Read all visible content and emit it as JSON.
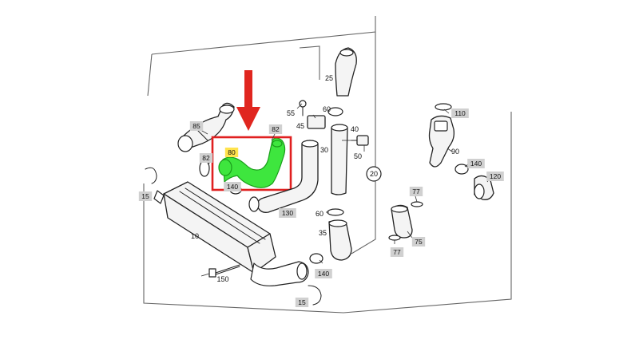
{
  "callouts": [
    {
      "id": "c85a",
      "text": "85",
      "boxed": true
    },
    {
      "id": "c82a",
      "text": "82",
      "boxed": true
    },
    {
      "id": "c82b",
      "text": "82",
      "boxed": true
    },
    {
      "id": "c80",
      "text": "80",
      "boxed": true,
      "highlight": true
    },
    {
      "id": "c140a",
      "text": "140",
      "boxed": true
    },
    {
      "id": "c15a",
      "text": "15",
      "boxed": true
    },
    {
      "id": "c10",
      "text": "10",
      "boxed": false
    },
    {
      "id": "c150",
      "text": "150",
      "boxed": false
    },
    {
      "id": "c130",
      "text": "130",
      "boxed": true
    },
    {
      "id": "c55",
      "text": "55",
      "boxed": false
    },
    {
      "id": "c45",
      "text": "45",
      "boxed": false
    },
    {
      "id": "c60a",
      "text": "60",
      "boxed": false
    },
    {
      "id": "c25",
      "text": "25",
      "boxed": false
    },
    {
      "id": "c30",
      "text": "30",
      "boxed": false
    },
    {
      "id": "c40",
      "text": "40",
      "boxed": false
    },
    {
      "id": "c50",
      "text": "50",
      "boxed": false
    },
    {
      "id": "c20",
      "text": "20",
      "boxed": false,
      "circled": true
    },
    {
      "id": "c60b",
      "text": "60",
      "boxed": false
    },
    {
      "id": "c35",
      "text": "35",
      "boxed": false
    },
    {
      "id": "c140b",
      "text": "140",
      "boxed": true
    },
    {
      "id": "c15b",
      "text": "15",
      "boxed": true
    },
    {
      "id": "c110",
      "text": "110",
      "boxed": true
    },
    {
      "id": "c90",
      "text": "90",
      "boxed": false
    },
    {
      "id": "c140c",
      "text": "140",
      "boxed": true
    },
    {
      "id": "c120",
      "text": "120",
      "boxed": true
    },
    {
      "id": "c77a",
      "text": "77",
      "boxed": true
    },
    {
      "id": "c75",
      "text": "75",
      "boxed": true
    },
    {
      "id": "c77b",
      "text": "77",
      "boxed": true
    }
  ],
  "highlight": {
    "frame_color": "#e02020",
    "arrow_color": "#e0261f",
    "hose_color": "#3ee63e",
    "label_color": "#ffe34d"
  }
}
